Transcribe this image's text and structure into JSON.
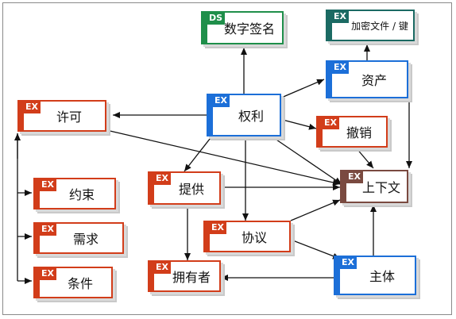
{
  "tags": {
    "ex": "EX",
    "ds": "DS"
  },
  "colors": {
    "red": "#d23d1a",
    "blue": "#1c6fd8",
    "green": "#1f8f4a",
    "teal": "#1b6a63",
    "brown": "#7a4a40",
    "edge": "#111111"
  },
  "nodes": {
    "signature": "数字签名",
    "encrypt": "加密文件 / 键",
    "rights": "权利",
    "asset": "资产",
    "license": "许可",
    "revoke": "撤销",
    "constraint": "约束",
    "offer": "提供",
    "context": "上下文",
    "requirement": "需求",
    "agreement": "协议",
    "condition": "条件",
    "holder": "拥有者",
    "principal": "主体"
  }
}
